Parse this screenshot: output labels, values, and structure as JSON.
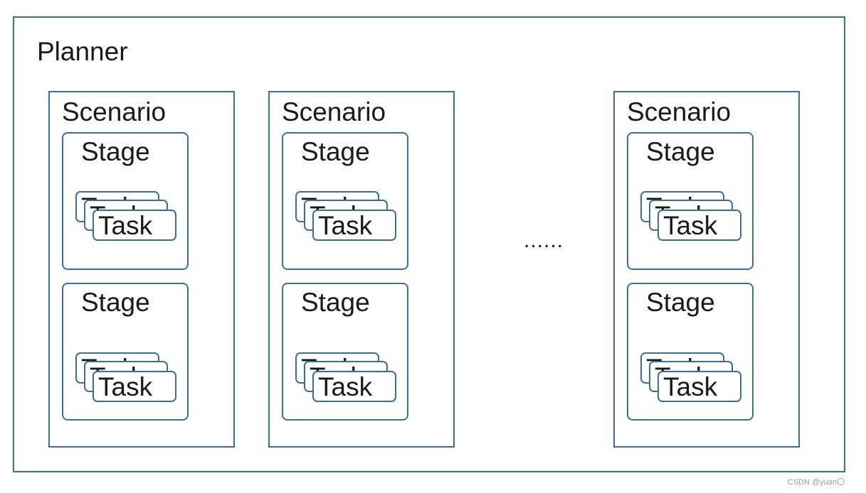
{
  "planner": {
    "label": "Planner"
  },
  "scenarios": [
    {
      "label": "Scenario",
      "stages": [
        {
          "label": "Stage",
          "tasks": [
            "Task",
            "Task",
            "Task"
          ]
        },
        {
          "label": "Stage",
          "tasks": [
            "Task",
            "Task",
            "Task"
          ]
        }
      ]
    },
    {
      "label": "Scenario",
      "stages": [
        {
          "label": "Stage",
          "tasks": [
            "Task",
            "Task",
            "Task"
          ]
        },
        {
          "label": "Stage",
          "tasks": [
            "Task",
            "Task",
            "Task"
          ]
        }
      ]
    },
    {
      "label": "Scenario",
      "stages": [
        {
          "label": "Stage",
          "tasks": [
            "Task",
            "Task",
            "Task"
          ]
        },
        {
          "label": "Stage",
          "tasks": [
            "Task",
            "Task",
            "Task"
          ]
        }
      ]
    }
  ],
  "ellipsis": "......",
  "watermark": "CSDN @yuan〇",
  "colors": {
    "border": "#3b6e9a",
    "text": "#1a1a1a"
  }
}
